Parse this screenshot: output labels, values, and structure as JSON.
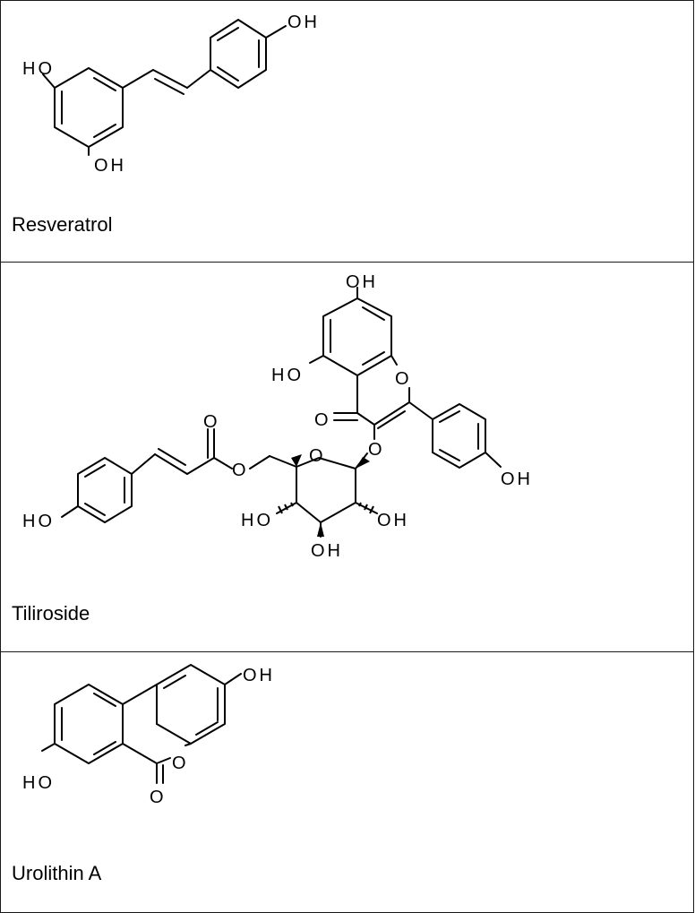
{
  "compounds": [
    {
      "name": "Resveratrol",
      "labels": {
        "oh_left": "HO",
        "oh_bottom": "OH",
        "oh_top": "OH"
      }
    },
    {
      "name": "Tiliroside",
      "labels": {
        "oh_7": "OH",
        "oh_5": "HO",
        "o_ring": "O",
        "o_keto": "O",
        "o_link": "O",
        "o_pyran": "O",
        "o_ester": "O",
        "o_carbonyl": "O",
        "oh_phenyl": "OH",
        "oh_coumaroyl": "HO",
        "oh_sugar_4": "HO",
        "oh_sugar_2": "OH",
        "oh_sugar_3": "OH"
      }
    },
    {
      "name": "Urolithin A",
      "labels": {
        "oh_top": "OH",
        "oh_left": "HO",
        "o_ring": "O",
        "o_carbonyl": "O"
      }
    }
  ]
}
